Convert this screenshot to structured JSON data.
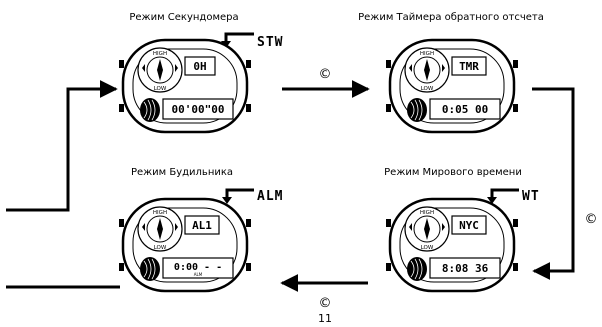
{
  "modes": [
    {
      "title": "Режим Секундомера",
      "code": "STW",
      "top_display": "0H",
      "bottom_display": "00'00\"00",
      "sub_label": ""
    },
    {
      "title": "Режим Таймера обратного отсчета",
      "code": "",
      "top_display": "TMR",
      "bottom_display": "0:05 00",
      "sub_label": ""
    },
    {
      "title": "Режим Будильника",
      "code": "ALM",
      "top_display": "AL1",
      "bottom_display": "0:00 - -",
      "sub_label": "ALM"
    },
    {
      "title": "Режим Мирового времени",
      "code": "WT",
      "top_display": "NYC",
      "bottom_display": "8:08 36",
      "sub_label": ""
    }
  ],
  "dial": {
    "high": "HIGH",
    "low": "LOW"
  },
  "button": "©",
  "page_number": "11"
}
